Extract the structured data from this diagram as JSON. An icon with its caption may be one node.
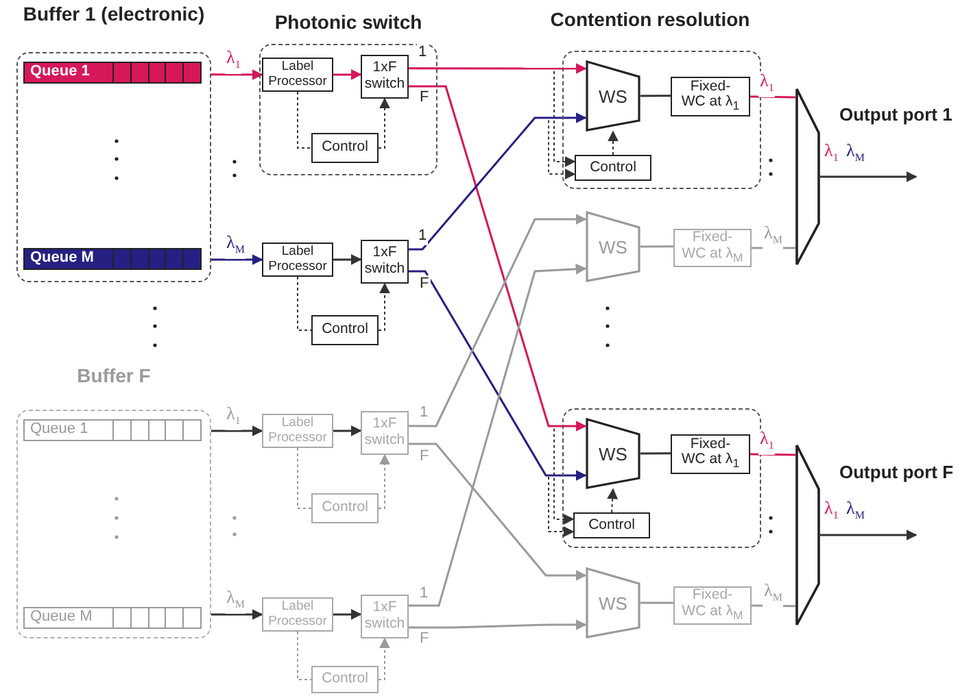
{
  "diagram": {
    "nodes": [
      {
        "text": [
          "Buffer 1 (electronic)"
        ]
      },
      {
        "text": [
          "Queue 1"
        ],
        "in": 0
      },
      {
        "text": [
          "Queue M"
        ],
        "in": 0
      },
      {
        "text": [
          "Photonic switch"
        ]
      },
      {
        "text": [
          "Label Processor"
        ],
        "in": 3
      },
      {
        "text": [
          "1xF switch"
        ],
        "in": 3
      },
      {
        "text": [
          "Control"
        ],
        "in": 3
      },
      {
        "text": [
          "Label Processor"
        ]
      },
      {
        "text": [
          "1xF switch"
        ]
      },
      {
        "text": [
          "Control"
        ]
      },
      {
        "text": [
          "Buffer F"
        ]
      },
      {
        "text": [
          "Queue 1"
        ],
        "in": 10
      },
      {
        "text": [
          "Queue M"
        ],
        "in": 10
      },
      {
        "text": [
          "Label Processor"
        ]
      },
      {
        "text": [
          "1xF switch"
        ]
      },
      {
        "text": [
          "Control"
        ]
      },
      {
        "text": [
          "Label Processor"
        ]
      },
      {
        "text": [
          "1xF switch"
        ]
      },
      {
        "text": [
          "Control"
        ]
      },
      {
        "text": [
          "Contention resolution"
        ]
      },
      {
        "text": [
          "WS"
        ],
        "in": 19
      },
      {
        "text": [
          "Fixed- WC at λ$_{1}$"
        ],
        "in": 19
      },
      {
        "text": [
          "Control"
        ],
        "in": 19
      },
      {
        "text": [
          "WS"
        ]
      },
      {
        "text": [
          "Fixed- WC at λ$_{M}$"
        ]
      },
      {
        "text": [],
        "shape": "trapezoid",
        "beside": [
          "Output port 1"
        ]
      },
      {
        "text": [],
        "shape": "box"
      },
      {
        "text": [
          "WS"
        ],
        "in": 26
      },
      {
        "text": [
          "Fixed- WC at λ$_{1}$"
        ],
        "in": 26
      },
      {
        "text": [
          "Control"
        ],
        "in": 26
      },
      {
        "text": [
          "WS"
        ]
      },
      {
        "text": [
          "Fixed- WC at λ$_{M}$"
        ]
      },
      {
        "text": [],
        "shape": "trapezoid",
        "beside": [
          "Output port F"
        ]
      }
    ],
    "edges": [
      {
        "from": 0,
        "to": 4,
        "arrow": "to",
        "label": "λ$_{1}$",
        "color": "#d6175a"
      },
      {
        "from": 4,
        "to": 5,
        "arrow": "to",
        "color": "#d6175a"
      },
      {
        "from": 4,
        "to": 6,
        "arrow": "none",
        "style": "dashed"
      },
      {
        "from": 6,
        "to": 5,
        "arrow": "to",
        "style": "dashed"
      },
      {
        "from": 0,
        "to": 7,
        "arrow": "to",
        "label": "λ$_{M}$",
        "color": "#262083"
      },
      {
        "from": 7,
        "to": 8,
        "arrow": "to"
      },
      {
        "from": 7,
        "to": 9,
        "arrow": "none",
        "style": "dashed"
      },
      {
        "from": 9,
        "to": 8,
        "arrow": "to",
        "style": "dashed"
      },
      {
        "from": 10,
        "to": 13,
        "arrow": "to",
        "label": "λ$_{1}$"
      },
      {
        "from": 13,
        "to": 14,
        "arrow": "to"
      },
      {
        "from": 13,
        "to": 15,
        "arrow": "none",
        "style": "dashed",
        "color": "#9a9a9a"
      },
      {
        "from": 15,
        "to": 14,
        "arrow": "to",
        "style": "dashed",
        "color": "#9a9a9a"
      },
      {
        "from": 10,
        "to": 16,
        "arrow": "to",
        "label": "λ$_{M}$"
      },
      {
        "from": 16,
        "to": 17,
        "arrow": "to"
      },
      {
        "from": 16,
        "to": 18,
        "arrow": "none",
        "style": "dashed",
        "color": "#9a9a9a"
      },
      {
        "from": 18,
        "to": 17,
        "arrow": "to",
        "style": "dashed",
        "color": "#9a9a9a"
      },
      {
        "from": 5,
        "to": 20,
        "arrow": "to",
        "label": "1",
        "color": "#d6175a"
      },
      {
        "from": 5,
        "to": 27,
        "arrow": "to",
        "label": "F",
        "color": "#d6175a"
      },
      {
        "from": 8,
        "to": 20,
        "arrow": "to",
        "label": "1",
        "color": "#262083"
      },
      {
        "from": 8,
        "to": 27,
        "arrow": "to",
        "label": "F",
        "color": "#262083"
      },
      {
        "from": 14,
        "to": 23,
        "arrow": "to",
        "label": "1",
        "color": "#9a9a9a"
      },
      {
        "from": 14,
        "to": 30,
        "arrow": "to",
        "label": "F",
        "color": "#9a9a9a"
      },
      {
        "from": 17,
        "to": 23,
        "arrow": "to",
        "label": "1",
        "color": "#9a9a9a"
      },
      {
        "from": 17,
        "to": 30,
        "arrow": "to",
        "label": "F",
        "color": "#9a9a9a"
      },
      {
        "from": 5,
        "to": 22,
        "arrow": "to",
        "style": "dashed"
      },
      {
        "from": 8,
        "to": 22,
        "arrow": "to",
        "style": "dashed"
      },
      {
        "from": 5,
        "to": 29,
        "arrow": "to",
        "style": "dashed"
      },
      {
        "from": 8,
        "to": 29,
        "arrow": "to",
        "style": "dashed"
      },
      {
        "from": 22,
        "to": 20,
        "arrow": "to",
        "style": "dashed"
      },
      {
        "from": 20,
        "to": 21,
        "arrow": "none"
      },
      {
        "from": 21,
        "to": 25,
        "arrow": "none",
        "label": "λ$_{1}$",
        "color": "#d6175a"
      },
      {
        "from": 23,
        "to": 24,
        "arrow": "none",
        "color": "#9a9a9a"
      },
      {
        "from": 24,
        "to": 25,
        "arrow": "none",
        "label": "λ$_{M}$",
        "color": "#9a9a9a"
      },
      {
        "from": 25,
        "to": null,
        "arrow": "to"
      },
      {
        "from": 29,
        "to": 27,
        "arrow": "to",
        "style": "dashed"
      },
      {
        "from": 27,
        "to": 28,
        "arrow": "none"
      },
      {
        "from": 28,
        "to": 32,
        "arrow": "none",
        "label": "λ$_{1}$",
        "color": "#d6175a"
      },
      {
        "from": 30,
        "to": 31,
        "arrow": "none",
        "color": "#9a9a9a"
      },
      {
        "from": 31,
        "to": 32,
        "arrow": "none",
        "label": "λ$_{M}$",
        "color": "#9a9a9a"
      },
      {
        "from": 32,
        "to": null,
        "arrow": "to"
      }
    ],
    "labels": [
      "λ$_{1}$",
      "λ$_{M}$",
      "λ$_{1}$",
      "λ$_{M}$"
    ]
  }
}
